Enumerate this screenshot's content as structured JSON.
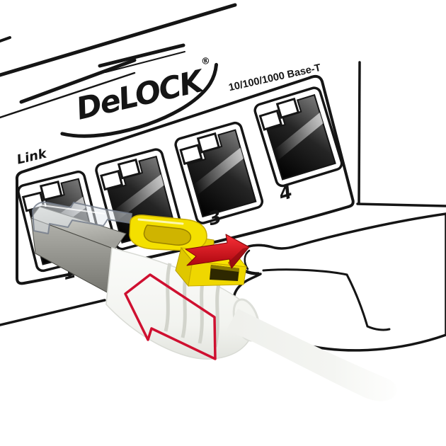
{
  "illustration": {
    "brand_logo": "DeLOCK",
    "registered_mark": "®",
    "standard_label": "10/100/1000 Base-T",
    "link_label": "Link",
    "ports": [
      {
        "number": "1"
      },
      {
        "number": ""
      },
      {
        "number": "3"
      },
      {
        "number": "4"
      }
    ]
  },
  "icons": {
    "slide_lock_arrow": "red-solid-arrow-pointing-right",
    "insert_direction_arrow": "red-outline-arrow-pointing-left",
    "pressing_hand": "hand-outline-pressing-lock",
    "security_lock": "yellow-lock-slider",
    "connector": "shielded-rj45-plug"
  },
  "colors": {
    "outline": "#151515",
    "lock_yellow": "#f4e000",
    "arrow_red": "#e2121c",
    "arrow_outline_red": "#cf1030",
    "plug_gray": "#a9a9a3",
    "boot_white": "#f6f7f4",
    "background": "#ffffff"
  }
}
